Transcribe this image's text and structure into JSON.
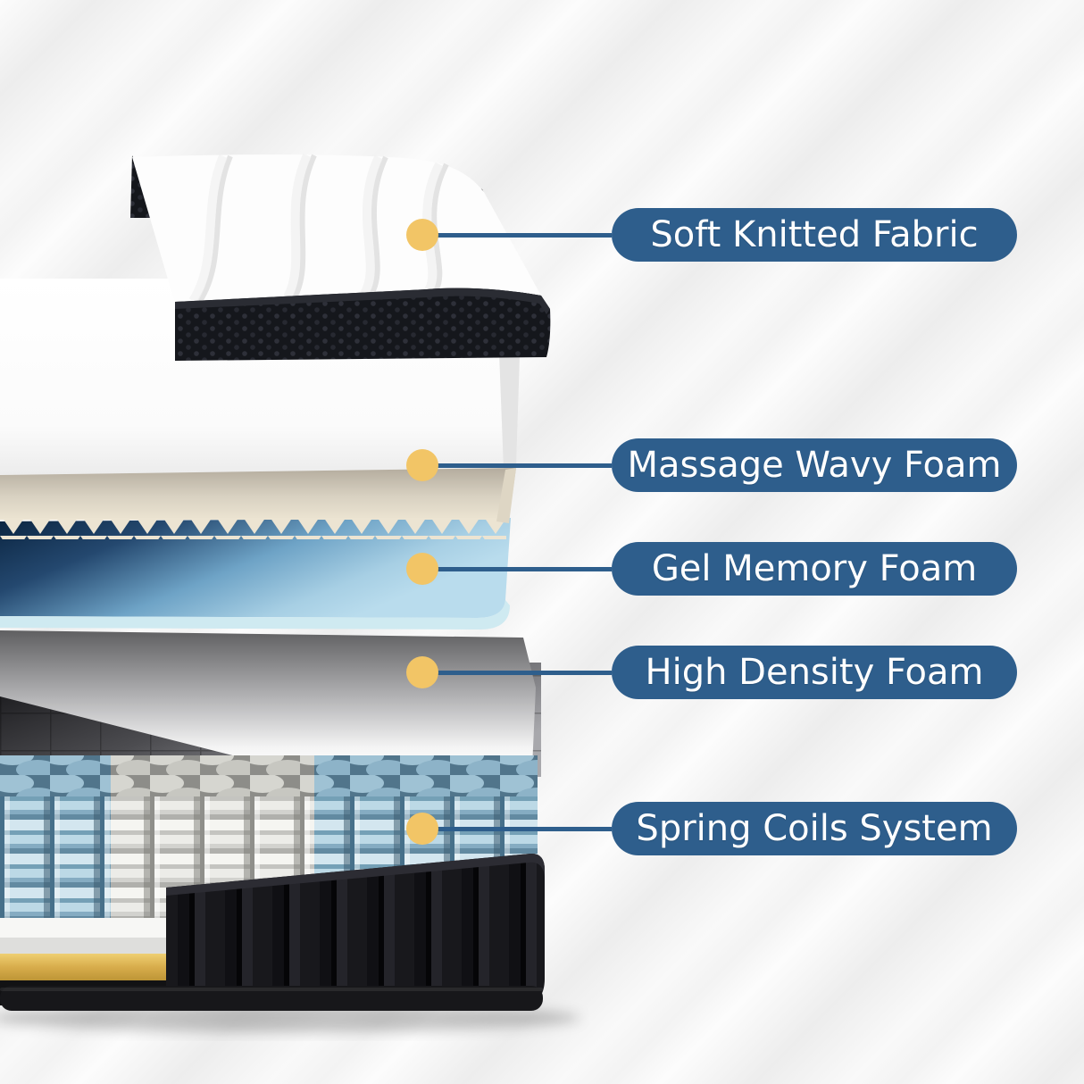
{
  "infographic": {
    "subject": "mattress-layer-diagram",
    "callouts": [
      {
        "label": "Soft Knitted Fabric"
      },
      {
        "label": "Massage Wavy Foam"
      },
      {
        "label": "Gel Memory Foam"
      },
      {
        "label": "High Density Foam"
      },
      {
        "label": "Spring Coils System"
      }
    ],
    "colors": {
      "label_pill": "#2e5e8c",
      "label_text": "#ffffff",
      "connector_line": "#2e5e8c",
      "marker_dot": "#f2c566",
      "background_stripe_light": "#fcfcfc",
      "background_stripe_dark": "#ededed",
      "gel_foam_dark": "#0a2440",
      "gel_foam_light": "#b9dced",
      "wavy_foam_cream": "#ece4d2",
      "coil_blue": "#8db3c8",
      "coil_white": "#e2e2de",
      "base_gold": "#d8ad4c",
      "fabric_black": "#15171c"
    }
  }
}
